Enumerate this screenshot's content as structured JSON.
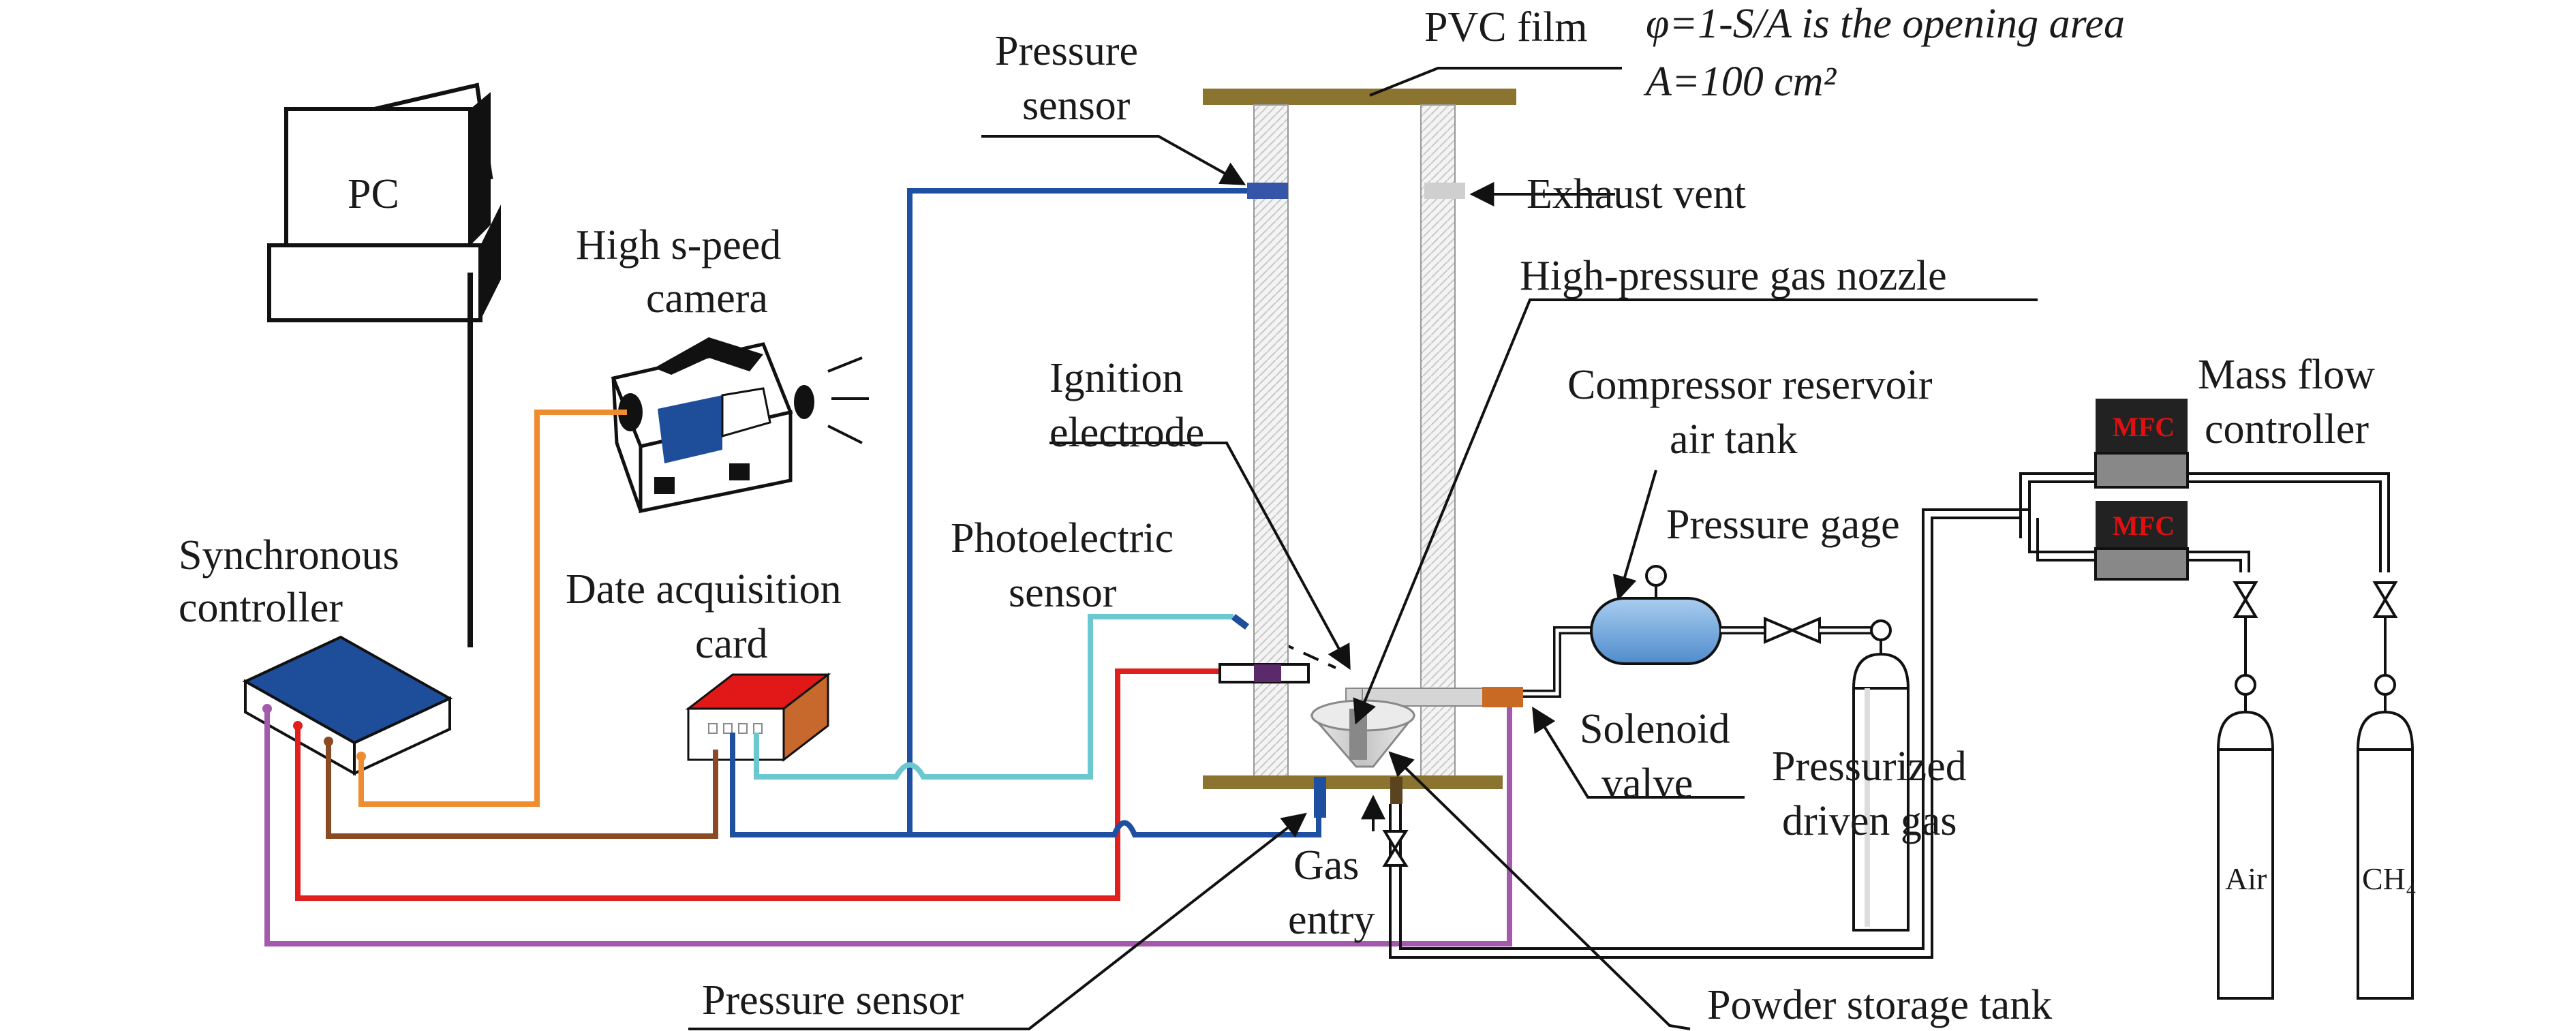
{
  "labels": {
    "pc": "PC",
    "camera_line1": "High s-peed",
    "camera_line2": "camera",
    "sync_line1": "Synchronous",
    "sync_line2": "controller",
    "daq_line1": "Date acquisition",
    "daq_line2": "card",
    "pressure_sensor_top_line1": "Pressure",
    "pressure_sensor_top_line2": "sensor",
    "pvc_film": "PVC  film",
    "phi_line1": "φ=1-S/A is the opening area",
    "phi_line2": "A=100 cm²",
    "exhaust_vent": "Exhaust vent",
    "nozzle": "High-pressure gas nozzle",
    "ignition_line1": "Ignition",
    "ignition_line2": "electrode",
    "photo_line1": "Photoelectric",
    "photo_line2": "sensor",
    "compressor_line1": "Compressor reservoir",
    "compressor_line2": "air tank",
    "pressure_gage": "Pressure gage",
    "solenoid_line1": "Solenoid",
    "solenoid_line2": "valve",
    "pressurized_line1": "Pressurized",
    "pressurized_line2": "driven gas",
    "mass_flow_line1": "Mass flow",
    "mass_flow_line2": "controller",
    "mfc1": "MFC",
    "mfc2": "MFC",
    "gas_entry_line1": "Gas",
    "gas_entry_line2": "entry",
    "pressure_sensor_bottom": "Pressure sensor",
    "powder_tank": "Powder storage tank",
    "air": "Air",
    "ch4": "CH₄"
  },
  "colors": {
    "wire_orange": "#f08c30",
    "wire_blue": "#1f4fa0",
    "wire_cyan": "#6cc8d0",
    "wire_red": "#e0201c",
    "wire_brown": "#8a4a24",
    "wire_purple": "#a45aac",
    "wire_black": "#111111",
    "controller_blue": "#1e4e9a",
    "daq_red": "#e01818",
    "daq_side": "#c7682c",
    "plate_olive": "#8a7430",
    "tank_blue": "#6aa6d8",
    "mfc_gray": "#888888"
  }
}
